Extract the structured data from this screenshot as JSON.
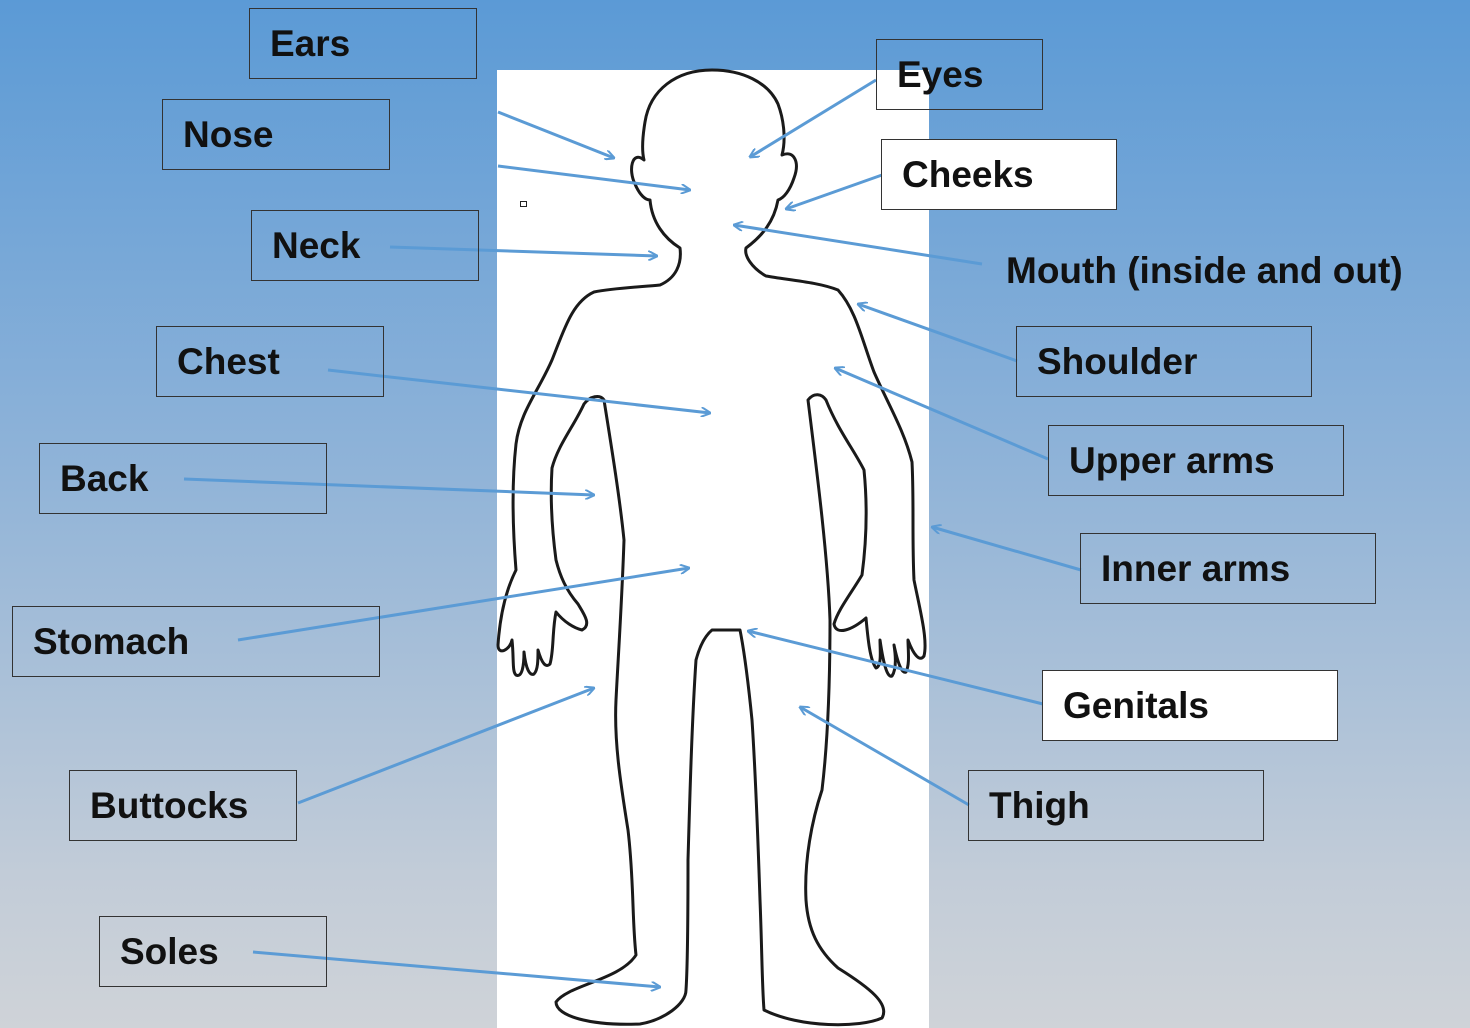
{
  "labels": {
    "ears": "Ears",
    "eyes": "Eyes",
    "nose": "Nose",
    "cheeks": "Cheeks",
    "neck": "Neck",
    "mouth": "Mouth (inside and out)",
    "chest": "Chest",
    "shoulder": "Shoulder",
    "back": "Back",
    "upper_arms": "Upper arms",
    "inner_arms": "Inner arms",
    "stomach": "Stomach",
    "genitals": "Genitals",
    "buttocks": "Buttocks",
    "thigh": "Thigh",
    "soles": "Soles"
  },
  "colors": {
    "arrow": "#5b9bd5",
    "outline": "#1a1a1a",
    "panel": "#ffffff"
  }
}
